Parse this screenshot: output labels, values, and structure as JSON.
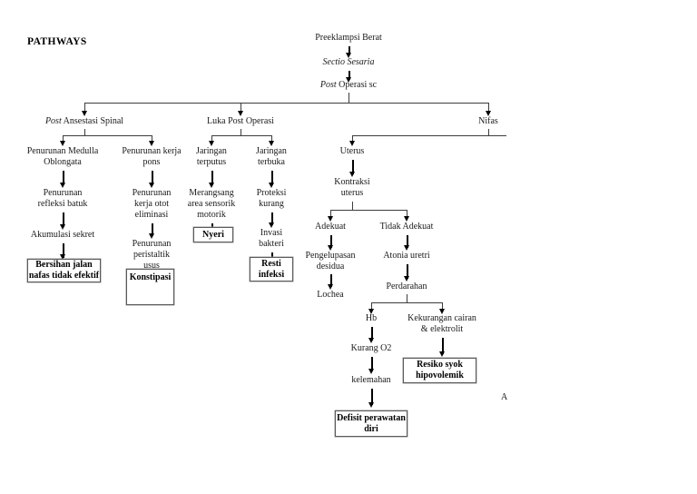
{
  "page": {
    "title": "PATHWAYS",
    "marker": "A",
    "ink_color": "#1a1a1a",
    "line_color": "#3c3c3c",
    "box_border_color": "#5a5a5a",
    "background": "#ffffff"
  },
  "diagram": {
    "type": "flowchart",
    "orientation": "top-down",
    "root": "Preeklampsi Berat",
    "nodes": {
      "preeklampsi": "Preeklampsi Berat",
      "sectio": "Sectio Sesaria",
      "post_operasi_pre": "Post",
      "post_operasi_rest": " Operasi sc",
      "post_anestesi_pre": "Post",
      "post_anestesi_rest": " Ansestasi Spinal",
      "luka_post_operasi": "Luka Post Operasi",
      "nifas": "Nifas",
      "penurunan_medulla": "Penurunan Medulla\nOblongata",
      "penurunan_kerja_pons": "Penurunan kerja\npons",
      "jaringan_terputus": "Jaringan\nterputus",
      "jaringan_terbuka": "Jaringan\nterbuka",
      "uterus": "Uterus",
      "penurunan_refleksi": "Penurunan\nrefleksi batuk",
      "penurunan_kerja_otot": "Penurunan\nkerja otot\neliminasi",
      "merangsang_area": "Merangsang\narea sensorik\nmotorik",
      "proteksi_kurang": "Proteksi\nkurang",
      "kontraksi_uterus": "Kontraksi\nuterus",
      "akumulasi_sekret": "Akumulasi sekret",
      "penurunan_peristaltik": "Penurunan\nperistaltik\nusus",
      "invasi_bakteri": "Invasi\nbakteri",
      "adekuat": "Adekuat",
      "tidak_adekuat": "Tidak Adekuat",
      "pengelupasan_desidua": "Pengelupasan\ndesidua",
      "atonia_uretri": "Atonia uretri",
      "lochea": "Lochea",
      "perdarahan": "Perdarahan",
      "hb": "Hb",
      "kekurangan_cairan": "Kekurangan cairan\n& elektrolit",
      "kurang_o2": "Kurang O2",
      "kelemahan": "kelemahan"
    },
    "outcome_boxes": {
      "bersihan_jalan_nafas": "Bersihan jalan\nnafas tidak efektif",
      "konstipasi": "Konstipasi",
      "nyeri": "Nyeri",
      "resti_infeksi": "Resti\ninfeksi",
      "resiko_syok": "Resiko syok\nhipovolemik",
      "defisit_perawatan": "Defisit perawatan\ndiri"
    },
    "edges": [
      [
        "preeklampsi",
        "sectio"
      ],
      [
        "sectio",
        "post_operasi"
      ],
      [
        "post_operasi",
        "post_anestesi"
      ],
      [
        "post_operasi",
        "luka_post_operasi"
      ],
      [
        "post_operasi",
        "nifas"
      ],
      [
        "post_anestesi",
        "penurunan_medulla"
      ],
      [
        "post_anestesi",
        "penurunan_kerja_pons"
      ],
      [
        "luka_post_operasi",
        "jaringan_terputus"
      ],
      [
        "luka_post_operasi",
        "jaringan_terbuka"
      ],
      [
        "nifas",
        "uterus"
      ],
      [
        "penurunan_medulla",
        "penurunan_refleksi"
      ],
      [
        "penurunan_refleksi",
        "akumulasi_sekret"
      ],
      [
        "akumulasi_sekret",
        "bersihan_jalan_nafas"
      ],
      [
        "penurunan_kerja_pons",
        "penurunan_kerja_otot"
      ],
      [
        "penurunan_kerja_otot",
        "penurunan_peristaltik"
      ],
      [
        "penurunan_peristaltik",
        "konstipasi"
      ],
      [
        "jaringan_terputus",
        "merangsang_area"
      ],
      [
        "merangsang_area",
        "nyeri"
      ],
      [
        "jaringan_terbuka",
        "proteksi_kurang"
      ],
      [
        "proteksi_kurang",
        "invasi_bakteri"
      ],
      [
        "invasi_bakteri",
        "resti_infeksi"
      ],
      [
        "uterus",
        "kontraksi_uterus"
      ],
      [
        "kontraksi_uterus",
        "adekuat"
      ],
      [
        "kontraksi_uterus",
        "tidak_adekuat"
      ],
      [
        "adekuat",
        "pengelupasan_desidua"
      ],
      [
        "pengelupasan_desidua",
        "lochea"
      ],
      [
        "tidak_adekuat",
        "atonia_uretri"
      ],
      [
        "atonia_uretri",
        "perdarahan"
      ],
      [
        "perdarahan",
        "hb"
      ],
      [
        "perdarahan",
        "kekurangan_cairan"
      ],
      [
        "hb",
        "kurang_o2"
      ],
      [
        "kurang_o2",
        "kelemahan"
      ],
      [
        "kelemahan",
        "defisit_perawatan"
      ],
      [
        "kekurangan_cairan",
        "resiko_syok"
      ]
    ]
  }
}
